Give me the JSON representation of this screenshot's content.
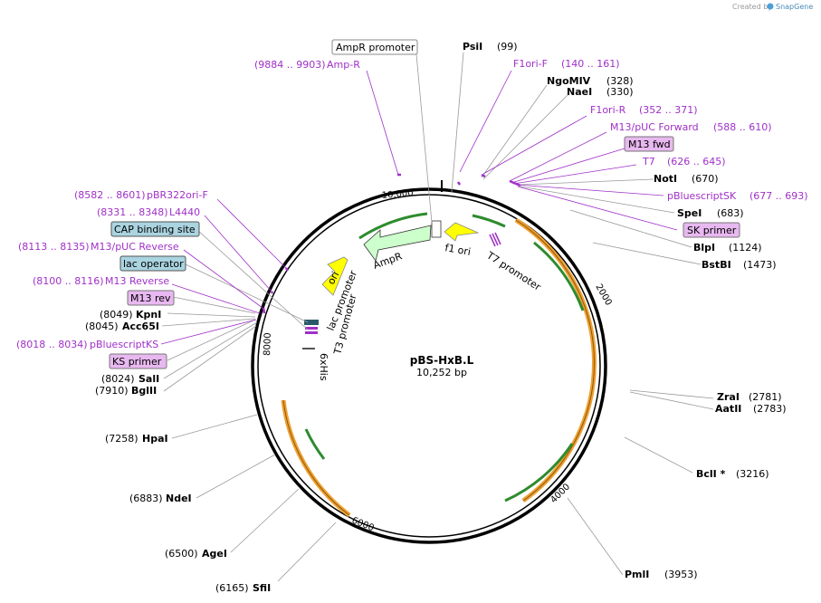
{
  "credit": {
    "prefix": "Created by",
    "brand": "SnapGene"
  },
  "plasmid": {
    "name": "pBS-HxB.L",
    "size_label": "10,252 bp",
    "length": 10252
  },
  "ruler": {
    "labels": [
      "10,000",
      "2000",
      "4000",
      "6000",
      "8000"
    ]
  },
  "sites": [
    {
      "name": "PsiI",
      "pos": "(99)"
    },
    {
      "name": "NgoMIV",
      "pos": "(328)"
    },
    {
      "name": "NaeI",
      "pos": "(330)"
    },
    {
      "name": "NotI",
      "pos": "(670)"
    },
    {
      "name": "SpeI",
      "pos": "(683)"
    },
    {
      "name": "BlpI",
      "pos": "(1124)"
    },
    {
      "name": "BstBI",
      "pos": "(1473)"
    },
    {
      "name": "ZraI",
      "pos": "(2781)"
    },
    {
      "name": "AatII",
      "pos": "(2783)"
    },
    {
      "name": "BclI *",
      "pos": "(3216)"
    },
    {
      "name": "PmlI",
      "pos": "(3953)"
    },
    {
      "name": "SfiI",
      "pos": "(6165)"
    },
    {
      "name": "AgeI",
      "pos": "(6500)"
    },
    {
      "name": "NdeI",
      "pos": "(6883)"
    },
    {
      "name": "HpaI",
      "pos": "(7258)"
    },
    {
      "name": "BglII",
      "pos": "(7910)"
    },
    {
      "name": "SalI",
      "pos": "(8024)"
    },
    {
      "name": "Acc65I",
      "pos": "(8045)"
    },
    {
      "name": "KpnI",
      "pos": "(8049)"
    }
  ],
  "primers": [
    {
      "name": "Amp-R",
      "range": "(9884 .. 9903)"
    },
    {
      "name": "F1ori-F",
      "range": "(140 .. 161)"
    },
    {
      "name": "F1ori-R",
      "range": "(352 .. 371)"
    },
    {
      "name": "M13/pUC Forward",
      "range": "(588 .. 610)"
    },
    {
      "name": "T7",
      "range": "(626 .. 645)"
    },
    {
      "name": "pBluescriptSK",
      "range": "(677 .. 693)"
    },
    {
      "name": "pBR322ori-F",
      "range": "(8582 .. 8601)"
    },
    {
      "name": "L4440",
      "range": "(8331 .. 8348)"
    },
    {
      "name": "M13/pUC Reverse",
      "range": "(8113 .. 8135)"
    },
    {
      "name": "M13 Reverse",
      "range": "(8100 .. 8116)"
    },
    {
      "name": "pBluescriptKS",
      "range": "(8018 .. 8034)"
    }
  ],
  "boxed_labels": [
    {
      "name": "AmpR promoter"
    },
    {
      "name": "M13 fwd"
    },
    {
      "name": "SK primer"
    },
    {
      "name": "CAP binding site"
    },
    {
      "name": "lac operator"
    },
    {
      "name": "M13 rev"
    },
    {
      "name": "KS primer"
    }
  ],
  "features": [
    {
      "name": "AmpR"
    },
    {
      "name": "ori"
    },
    {
      "name": "f1 ori"
    },
    {
      "name": "T7 promoter"
    },
    {
      "name": "lac promoter"
    },
    {
      "name": "T3 promoter"
    },
    {
      "name": "6xHis"
    }
  ],
  "colors": {
    "purple": "#a030c8",
    "feature_yellow": "#ffff00",
    "ampr_green": "#ccffcc",
    "orf_orange": "#f0a030",
    "orf_green": "#2e8b2e",
    "box_blue": "#aad4e0",
    "box_purple": "#e8b8f0"
  }
}
